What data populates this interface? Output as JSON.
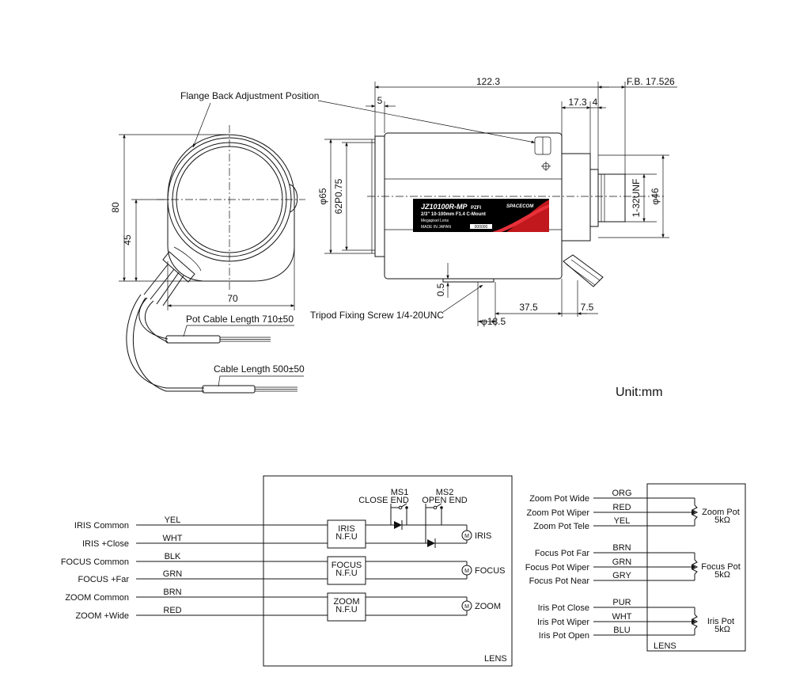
{
  "drawing": {
    "labels": {
      "flange": "Flange Back Adjustment Position",
      "pot_cable": "Pot Cable Length 710±50",
      "cable": "Cable Length 500±50",
      "tripod": "Tripod Fixing Screw 1/4-20UNC",
      "unit": "Unit:mm"
    },
    "dims": {
      "d80": "80",
      "d45": "45",
      "d70": "70",
      "d122": "122.3",
      "d5": "5",
      "d17": "17.3",
      "d4": "4",
      "fb": "F.B. 17.526",
      "phi65": "φ65",
      "p62": "62P0.75",
      "unf": "1-32UNF",
      "phi46": "φ46",
      "d05": "0.5",
      "phi185": "φ18.5",
      "d375": "37.5",
      "d75": "7.5"
    },
    "lens_label": {
      "model": "JZ10100R-MP",
      "model_suffix": "PZFI",
      "spec": "2/3\" 10-100mm F1.4 C-Mount",
      "type": "Megapixel Lens",
      "origin": "MADE IN JAPAN",
      "serial": "000000",
      "brand": "SPACECOM"
    }
  },
  "wiring": {
    "motor_box_label": "LENS",
    "pot_box_label": "LENS",
    "ms1_name": "MS1",
    "ms1_desc": "CLOSE END",
    "ms2_name": "MS2",
    "ms2_desc": "OPEN END",
    "motors": [
      {
        "block_top": "IRIS",
        "block_bottom": "N.F.U",
        "out": "IRIS"
      },
      {
        "block_top": "FOCUS",
        "block_bottom": "N.F.U",
        "out": "FOCUS"
      },
      {
        "block_top": "ZOOM",
        "block_bottom": "N.F.U",
        "out": "ZOOM"
      }
    ],
    "motor_wires": [
      {
        "name": "IRIS Common",
        "color": "YEL"
      },
      {
        "name": "IRIS +Close",
        "color": "WHT"
      },
      {
        "name": "FOCUS Common",
        "color": "BLK"
      },
      {
        "name": "FOCUS +Far",
        "color": "GRN"
      },
      {
        "name": "ZOOM Common",
        "color": "BRN"
      },
      {
        "name": "ZOOM +Wide",
        "color": "RED"
      }
    ],
    "pots": [
      {
        "label1": "Zoom Pot",
        "label2": "5kΩ",
        "wires": [
          {
            "name": "Zoom Pot Wide",
            "color": "ORG"
          },
          {
            "name": "Zoom Pot Wiper",
            "color": "RED"
          },
          {
            "name": "Zoom Pot Tele",
            "color": "YEL"
          }
        ]
      },
      {
        "label1": "Focus Pot",
        "label2": "5kΩ",
        "wires": [
          {
            "name": "Focus Pot Far",
            "color": "BRN"
          },
          {
            "name": "Focus Pot Wiper",
            "color": "GRN"
          },
          {
            "name": "Focus Pot Near",
            "color": "GRY"
          }
        ]
      },
      {
        "label1": "Iris Pot",
        "label2": "5kΩ",
        "wires": [
          {
            "name": "Iris Pot Close",
            "color": "PUR"
          },
          {
            "name": "Iris Pot Wiper",
            "color": "WHT"
          },
          {
            "name": "Iris Pot Open",
            "color": "BLU"
          }
        ]
      }
    ]
  }
}
